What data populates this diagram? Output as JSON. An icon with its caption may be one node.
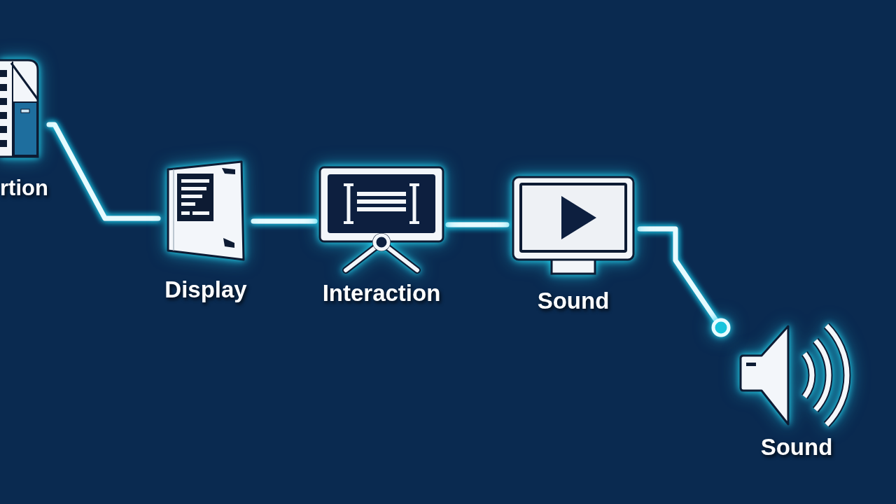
{
  "diagram": {
    "nodes": [
      {
        "text": [
          "rtion"
        ]
      },
      {
        "text": [
          "Display"
        ]
      },
      {
        "text": [
          "Interaction"
        ]
      },
      {
        "text": [
          "Sound"
        ]
      },
      {
        "text": [],
        "shape": "circle"
      },
      {
        "text": [
          "Sound"
        ]
      }
    ],
    "edges": [
      {
        "from": 0,
        "to": 1,
        "arrow": "none"
      },
      {
        "from": 1,
        "to": 2,
        "arrow": "none"
      },
      {
        "from": 2,
        "to": 3,
        "arrow": "none"
      },
      {
        "from": 3,
        "to": 4,
        "arrow": "none"
      }
    ]
  }
}
